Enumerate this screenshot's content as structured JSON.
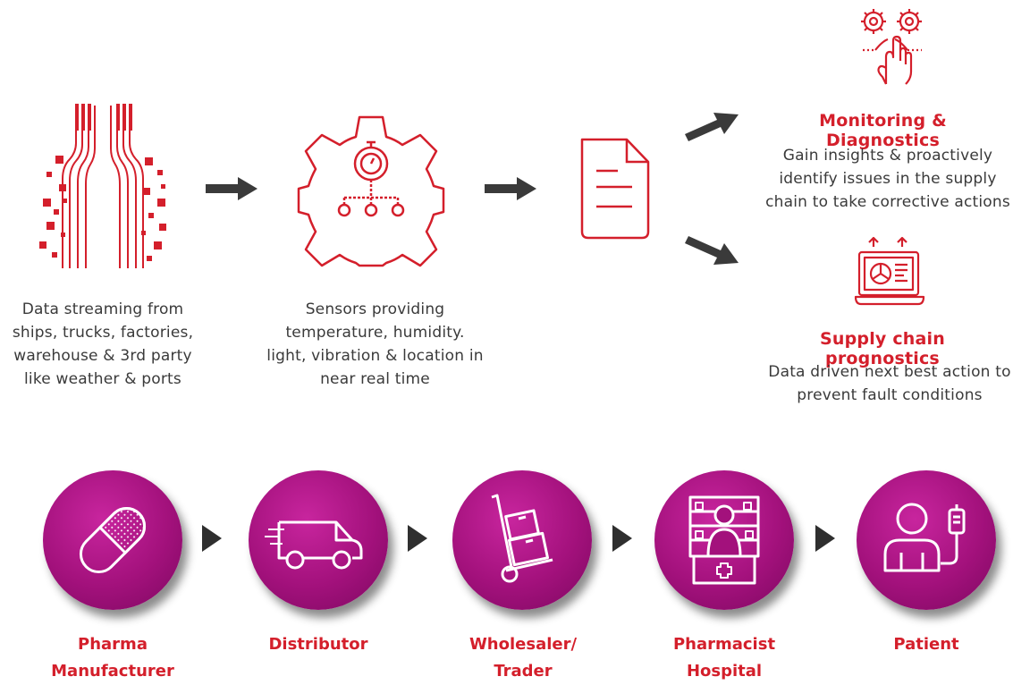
{
  "steps": {
    "data_streaming": "Data streaming from ships, trucks, factories, warehouse & 3rd party like weather & ports",
    "sensors": "Sensors providing temperature, humidity. light, vibration & location in near real time"
  },
  "outcomes": {
    "monitoring": {
      "title": "Monitoring & Diagnostics",
      "description": "Gain insights & proactively identify issues in the supply chain to take corrective actions"
    },
    "prognostics": {
      "title": "Supply chain prognostics",
      "description": "Data driven next best action to prevent fault conditions"
    }
  },
  "stages": [
    {
      "label": "Pharma Manufacturer",
      "icon": "pill-icon"
    },
    {
      "label": "Distributor",
      "icon": "van-icon"
    },
    {
      "label": "Wholesaler/ Trader",
      "icon": "hand-truck-icon"
    },
    {
      "label": "Pharmacist Hospital",
      "icon": "pharmacist-icon"
    },
    {
      "label": "Patient",
      "icon": "patient-icon"
    }
  ],
  "colors": {
    "accent": "#d41f2b",
    "stage_circle": "#a3117c",
    "arrow": "#3a3a3a",
    "text": "#3a3a3a"
  }
}
